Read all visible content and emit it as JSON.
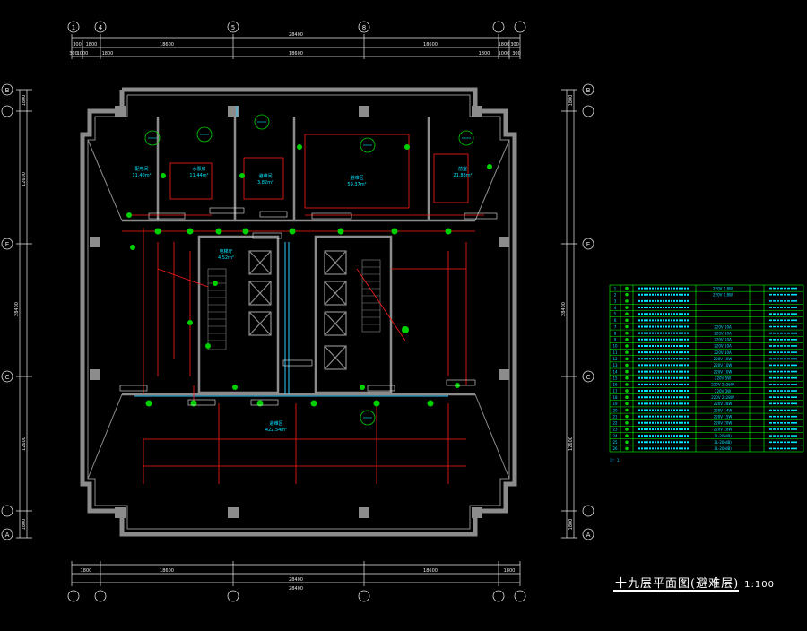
{
  "drawing": {
    "title": "十九层平面图(避难层)",
    "scale": "1:100",
    "colors": {
      "background": "#000000",
      "wall": "#8c8c8c",
      "wiring": "#ff1a1a",
      "device": "#00d000",
      "dimension": "#e8e8e8",
      "text": "#00e5ff",
      "duct": "#33c9ff",
      "legend_grid": "#00ff00"
    }
  },
  "dims": {
    "top_total": "28400",
    "top_row1": [
      "300",
      "1800",
      "18600",
      "1800",
      "300"
    ],
    "top_row2": [
      "300",
      "1000",
      "1800",
      "18600",
      "1800",
      "1000",
      "300"
    ],
    "bottom_total": "28400",
    "bottom_row1": [
      "1800",
      "18600",
      "1800"
    ],
    "left_total": "28400",
    "left_seg": [
      "1800",
      "12600",
      "1800"
    ],
    "right_total": "28400",
    "right_seg": [
      "1800",
      "12600",
      "1800"
    ]
  },
  "axes": {
    "top": [
      "1",
      "4",
      "5",
      "8"
    ],
    "left": [
      "B",
      "E",
      "C",
      "A"
    ],
    "right": [
      "B",
      "E",
      "C",
      "A"
    ]
  },
  "rooms": [
    {
      "name": "配电间",
      "area": "11.40m²"
    },
    {
      "name": "水泵房",
      "area": "11.44m²"
    },
    {
      "name": "避难间",
      "area": "3.82m²"
    },
    {
      "name": "避难区",
      "area": "59.37m²"
    },
    {
      "name": "前室",
      "area": "21.88m²"
    },
    {
      "name": "电梯厅",
      "area": "4.52m²"
    },
    {
      "name": "避难区",
      "area": "422.54m²"
    }
  ],
  "legend": {
    "rows": [
      {
        "no": "1",
        "spec": "220V 1.8W"
      },
      {
        "no": "2",
        "spec": "220V 1.8W"
      },
      {
        "no": "3",
        "spec": ""
      },
      {
        "no": "4",
        "spec": ""
      },
      {
        "no": "5",
        "spec": ""
      },
      {
        "no": "6",
        "spec": ""
      },
      {
        "no": "7",
        "spec": "220V 10A"
      },
      {
        "no": "8",
        "spec": "220V 10A"
      },
      {
        "no": "9",
        "spec": "220V 10A"
      },
      {
        "no": "10",
        "spec": "220V 10A"
      },
      {
        "no": "11",
        "spec": "220V 10A"
      },
      {
        "no": "12",
        "spec": "220V 10W"
      },
      {
        "no": "13",
        "spec": "220V 10W"
      },
      {
        "no": "14",
        "spec": "220V 10W"
      },
      {
        "no": "15",
        "spec": "220V 5W"
      },
      {
        "no": "16",
        "spec": "220V 2x26W"
      },
      {
        "no": "17",
        "spec": "220V 3W"
      },
      {
        "no": "18",
        "spec": "220V 2x28W"
      },
      {
        "no": "19",
        "spec": "220V 28W"
      },
      {
        "no": "20",
        "spec": "220V 14W"
      },
      {
        "no": "21",
        "spec": "220V 15W"
      },
      {
        "no": "22",
        "spec": "220V 20W"
      },
      {
        "no": "23",
        "spec": "220V 28W"
      },
      {
        "no": "24",
        "spec": "3L-20(dB)"
      },
      {
        "no": "25",
        "spec": "3L-20(dB)"
      },
      {
        "no": "26",
        "spec": "3L-20(dB)"
      }
    ]
  }
}
